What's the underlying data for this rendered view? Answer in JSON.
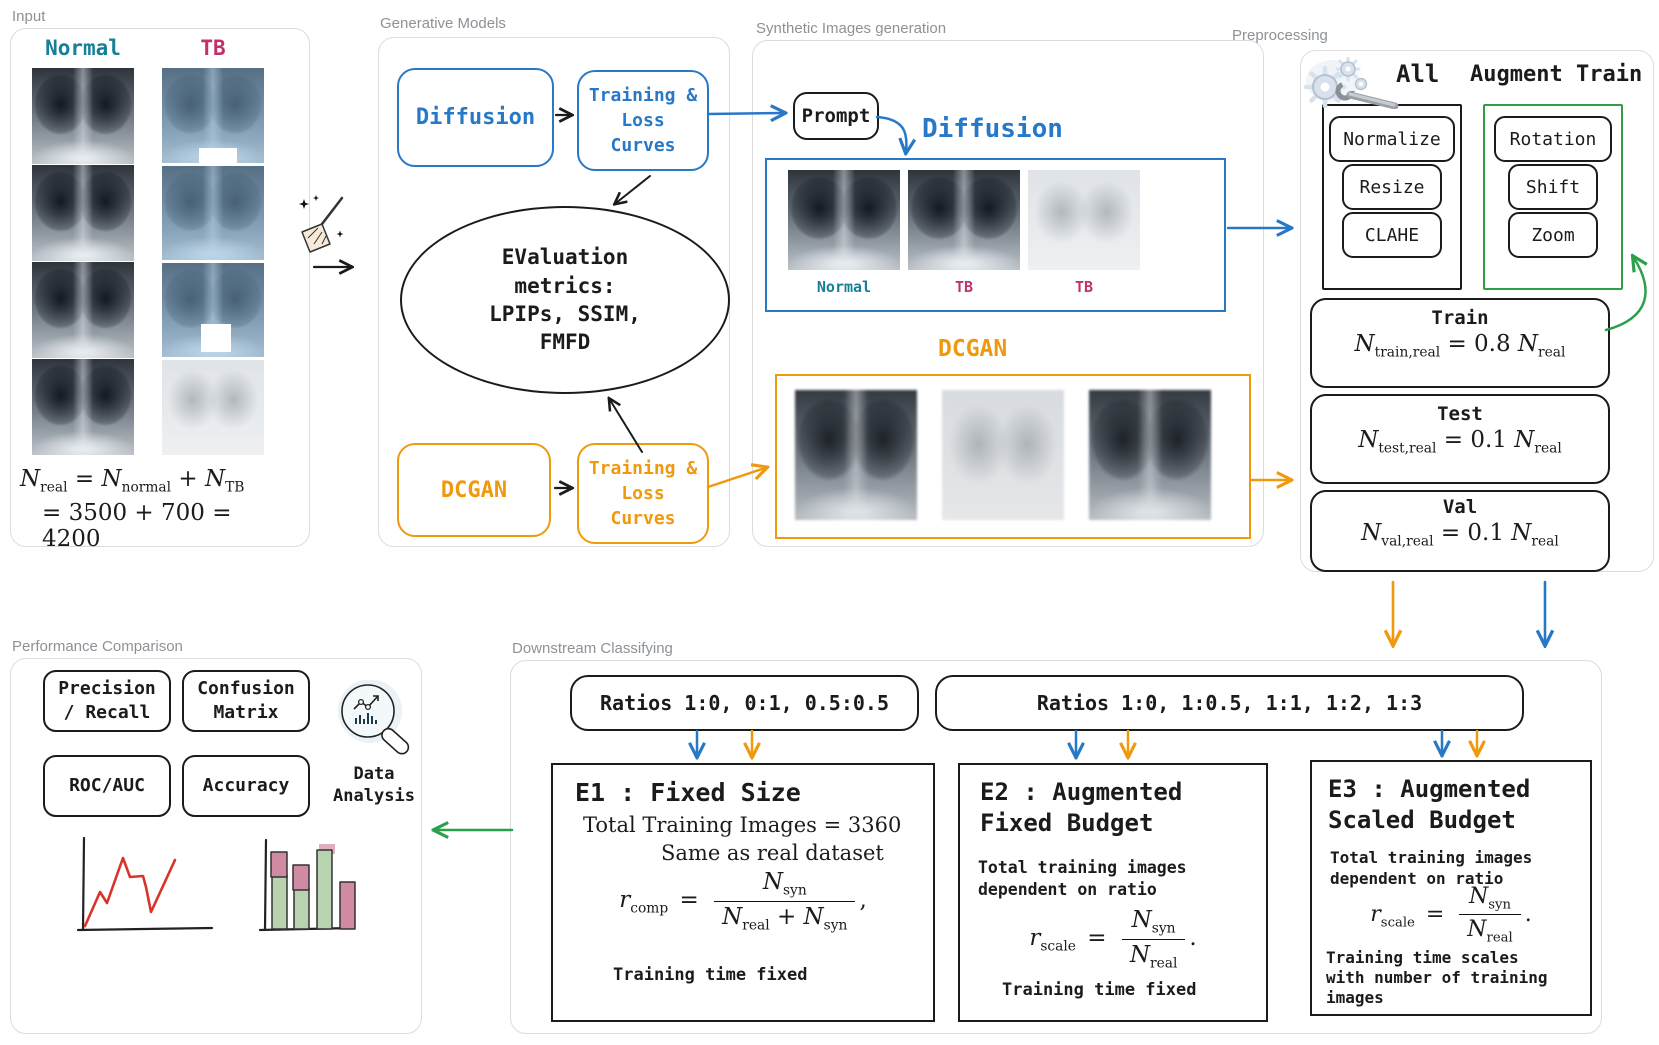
{
  "colors": {
    "blue": "#2878c8",
    "orange": "#f0990f",
    "teal": "#178097",
    "crimson": "#c2316b",
    "green": "#2f9e44",
    "sketch_red": "#d9342b"
  },
  "icons": {
    "clean": "broom-sparkle-icon",
    "preprocess": "gear-wrench-icon",
    "analysis": "magnifier-chart-icon",
    "charts": [
      "line-chart-sketch",
      "bar-chart-sketch"
    ]
  },
  "input": {
    "label": "Input",
    "columns": [
      "Normal",
      "TB"
    ],
    "formula": {
      "n1": "N",
      "n1s": "real",
      "eq": "=",
      "n2": "N",
      "n2s": "normal",
      "plus": "+",
      "n3": "N",
      "n3s": "TB",
      "line2": "= 3500 + 700 = 4200"
    }
  },
  "generative": {
    "label": "Generative Models",
    "diffusion": "Diffusion",
    "training_loss_blue": "Training &\nLoss\nCurves",
    "evaluation": "EValuation\nmetrics:\nLPIPs, SSIM,\nFMFD",
    "dcgan": "DCGAN",
    "training_loss_orange": "Training &\nLoss\nCurves"
  },
  "synthetic": {
    "label": "Synthetic Images generation",
    "prompt": "Prompt",
    "diffusion_heading": "Diffusion",
    "diffusion_labels": [
      "Normal",
      "TB",
      "TB"
    ],
    "dcgan_heading": "DCGAN"
  },
  "preprocessing": {
    "label": "Preprocessing",
    "all_heading": "All",
    "augment_heading": "Augment Train",
    "all_ops": [
      "Normalize",
      "Resize",
      "CLAHE"
    ],
    "augment_ops": [
      "Rotation",
      "Shift",
      "Zoom"
    ],
    "splits": [
      {
        "title": "Train",
        "v1": "N",
        "s1": "train,real",
        "mid": "= 0.8",
        "v2": "N",
        "s2": "real"
      },
      {
        "title": "Test",
        "v1": "N",
        "s1": "test,real",
        "mid": "= 0.1",
        "v2": "N",
        "s2": "real"
      },
      {
        "title": "Val",
        "v1": "N",
        "s1": "val,real",
        "mid": "= 0.1",
        "v2": "N",
        "s2": "real"
      }
    ]
  },
  "performance": {
    "label": "Performance Comparison",
    "metrics": [
      "Precision\n/ Recall",
      "Confusion\nMatrix",
      "ROC/AUC",
      "Accuracy"
    ],
    "data_analysis": "Data\nAnalysis"
  },
  "downstream": {
    "label": "Downstream Classifying",
    "ratios_e1": "Ratios 1:0, 0:1, 0.5:0.5",
    "ratios_e23": "Ratios 1:0, 1:0.5, 1:1, 1:2, 1:3",
    "e1": {
      "title": "E1 : Fixed Size",
      "line1": "Total Training Images = 3360",
      "line2": "Same as real dataset",
      "formula": {
        "lhs": "r",
        "lhs_sub": "comp",
        "eq": "=",
        "num": "N",
        "num_sub": "syn",
        "den1": "N",
        "den1_sub": "real",
        "op": "+",
        "den2": "N",
        "den2_sub": "syn",
        "tail": ","
      },
      "note": "Training time fixed"
    },
    "e2": {
      "title": "E2 : Augmented\nFixed Budget",
      "body": "Total training images\ndependent on ratio",
      "formula": {
        "lhs": "r",
        "lhs_sub": "scale",
        "eq": "=",
        "num": "N",
        "num_sub": "syn",
        "den1": "N",
        "den1_sub": "real",
        "tail": "."
      },
      "note": "Training time fixed"
    },
    "e3": {
      "title": "E3 : Augmented\nScaled Budget",
      "body": "Total training images\ndependent on ratio",
      "formula": {
        "lhs": "r",
        "lhs_sub": "scale",
        "eq": "=",
        "num": "N",
        "num_sub": "syn",
        "den1": "N",
        "den1_sub": "real",
        "tail": "."
      },
      "note": "Training time scales\nwith number of training\nimages"
    }
  }
}
